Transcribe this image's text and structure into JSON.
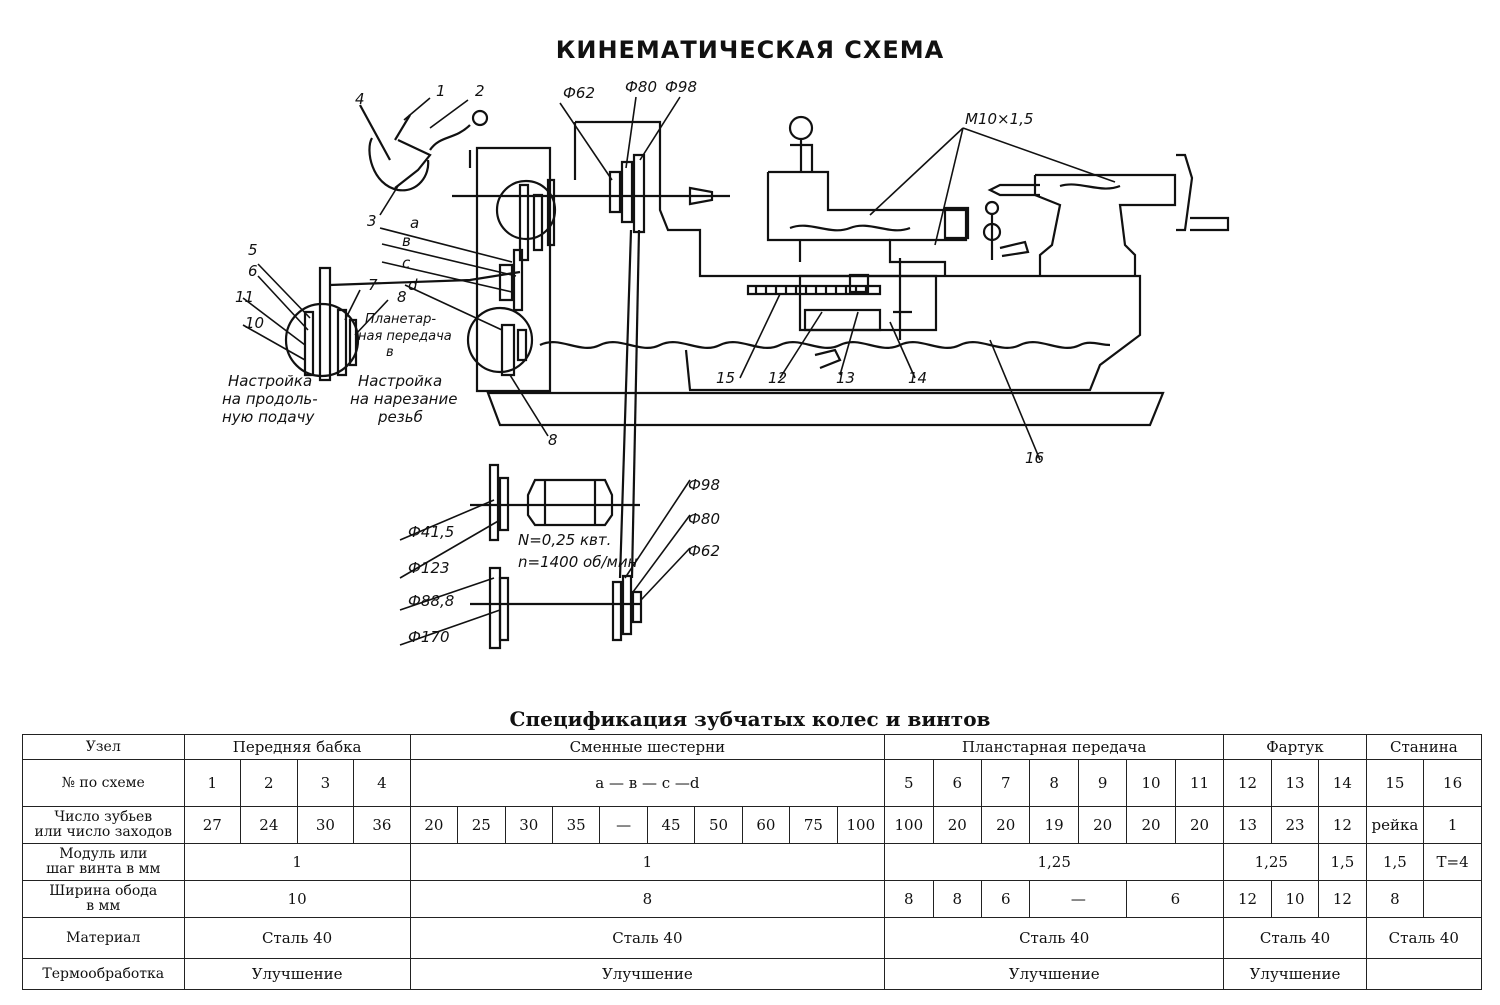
{
  "title": "КИНЕМАТИЧЕСКАЯ СХЕМА",
  "diagram": {
    "labels": {
      "phi62": "Ф62",
      "phi80": "Ф80",
      "phi98": "Ф98",
      "m10": "М10×1,5",
      "n1": "1",
      "n2": "2",
      "n3": "3",
      "n4": "4",
      "n5": "5",
      "n6": "6",
      "n7": "7",
      "n8": "8",
      "n10": "10",
      "n11": "11",
      "n8b": "8",
      "a": "а",
      "v": "в",
      "c": "с",
      "d": "d",
      "planetar": [
        "Планетар-",
        "ная передача",
        "в"
      ],
      "feed_long": [
        "Настройка",
        "на продоль-",
        "ную подачу"
      ],
      "feed_thread": [
        "Настройка",
        "на нарезание",
        "резьб"
      ],
      "n15": "15",
      "n12": "12",
      "n13": "13",
      "n14": "14",
      "n16": "16",
      "power": "N=0,25 квт.",
      "speed": "n=1400 об/мин",
      "p_phi98": "Ф98",
      "p_phi80": "Ф80",
      "p_phi62": "Ф62",
      "m_phi415": "Ф41,5",
      "m_phi123": "Ф123",
      "m_phi888": "Ф88,8",
      "m_phi170": "Ф170"
    }
  },
  "spec": {
    "title": "Спецификация зубчатых колес и винтов",
    "row_headers": {
      "unit": "Узел",
      "scheme_no": "№ по схеме",
      "teeth_1": "Число зубьев",
      "teeth_2": "или число заходов",
      "module_1": "Модуль или",
      "module_2": "шаг винта в мм",
      "rim_1": "Ширина обода",
      "rim_2": "в мм",
      "material": "Материал",
      "heat": "Термообработка"
    },
    "groups": [
      "Передняя бабка",
      "Сменные шестерни",
      "Планстарная передача",
      "Фартук",
      "Станина"
    ],
    "scheme_no": {
      "headstock": [
        "1",
        "2",
        "3",
        "4"
      ],
      "change": "а — в — с —d",
      "planetary": [
        "5",
        "6",
        "7",
        "8",
        "9",
        "10",
        "11"
      ],
      "apron": [
        "12",
        "13",
        "14"
      ],
      "bed": [
        "15",
        "16"
      ]
    },
    "teeth": {
      "headstock": [
        "27",
        "24",
        "30",
        "36"
      ],
      "change": [
        "20",
        "25",
        "30",
        "35",
        "—",
        "45",
        "50",
        "60",
        "75",
        "100"
      ],
      "planetary": [
        "100",
        "20",
        "20",
        "19",
        "20",
        "20",
        "20"
      ],
      "apron": [
        "13",
        "23",
        "12"
      ],
      "bed": [
        "рейка",
        "1"
      ]
    },
    "module": {
      "headstock": "1",
      "change": "1",
      "planetary": "1,25",
      "apron_12_13": "1,25",
      "apron_14": "1,5",
      "bed_15": "1,5",
      "bed_16": "Т=4"
    },
    "rim": {
      "headstock": "10",
      "change": "8",
      "planetary": [
        "8",
        "8",
        "6",
        "—",
        "6"
      ],
      "apron": [
        "12",
        "10",
        "12"
      ],
      "bed_15": "8",
      "bed_16": ""
    },
    "material": [
      "Сталь 40",
      "Сталь 40",
      "Сталь 40",
      "Сталь 40",
      "Сталь 40"
    ],
    "heat": [
      "Улучшение",
      "Улучшение",
      "Улучшение",
      "Улучшение",
      ""
    ]
  }
}
